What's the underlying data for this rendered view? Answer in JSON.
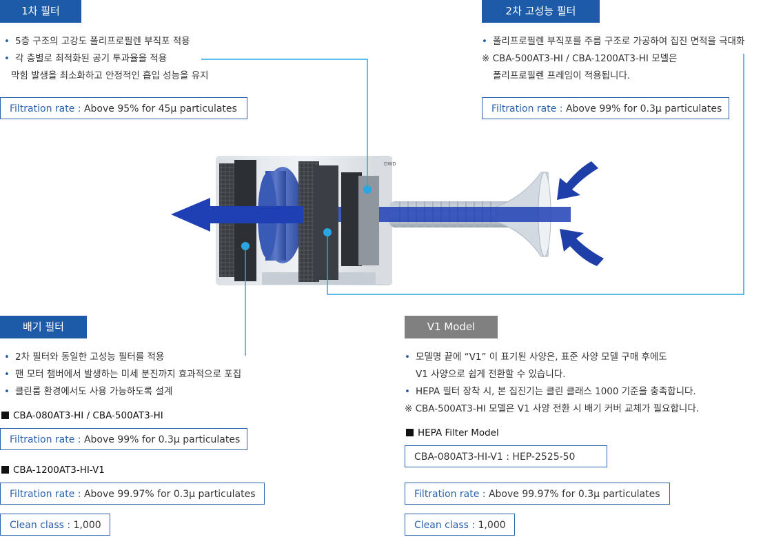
{
  "filter1": {
    "tag": "1차 필터",
    "bullets": [
      "5층 구조의 고강도 폴리프로필렌 부직포 적용",
      "각 층별로 최적화된 공기 투과율을 적용"
    ],
    "continuation": "막힘 발생을 최소화하고 안정적인 흡입 성능을 유지",
    "rate": {
      "label": "Filtration rate",
      "value": "Above 95% for 45μ particulates"
    }
  },
  "filter2": {
    "tag": "2차 고성능 필터",
    "bullets": [
      "폴리프로필렌 부직포를 주름 구조로 가공하여 집진 면적을 극대화"
    ],
    "note": "※ CBA-500AT3-HI / CBA-1200AT3-HI 모델은",
    "note_cont": "폴리프로필렌 프레임이 적용됩니다.",
    "rate": {
      "label": "Filtration rate",
      "value": "Above 99% for 0.3μ particulates"
    }
  },
  "exhaust": {
    "tag": "배기 필터",
    "bullets": [
      "2차 필터와 동일한 고성능 필터를 적용",
      "팬 모터 챔버에서 발생하는 미세 분진까지 효과적으로 포집",
      "클린룸 환경에서도 사용 가능하도록 설계"
    ],
    "model_a": "CBA-080AT3-HI / CBA-500AT3-HI",
    "rate_a": {
      "label": "Filtration rate",
      "value": "Above 99% for 0.3μ particulates"
    },
    "model_b": "CBA-1200AT3-HI-V1",
    "rate_b": {
      "label": "Filtration rate",
      "value": "Above 99.97% for 0.3μ particulates"
    },
    "clean": {
      "label": "Clean class",
      "value": "1,000"
    }
  },
  "v1": {
    "tag": "V1 Model",
    "bullet1": "모델명 끝에 “V1” 이 표기된 사양은, 표준 사양 모델 구매 후에도",
    "bullet1_cont": "V1 사양으로 쉽게 전환할 수 있습니다.",
    "bullet2": "HEPA 필터 장착 시, 본 집진기는 클린 클래스 1000 기준을 충족합니다.",
    "note": "※ CBA-500AT3-HI 모델은 V1 사양 전환 시 배기 커버 교체가 필요합니다.",
    "hepa_head": "HEPA Filter Model",
    "hepa_model": "CBA-080AT3-HI-V1 : HEP-2525-50",
    "rate": {
      "label": "Filtration rate",
      "value": "Above 99.97% for 0.3μ particulates"
    },
    "clean": {
      "label": "Clean class",
      "value": "1,000"
    }
  },
  "diagram": {
    "brand_mark": "DWD"
  },
  "colors": {
    "accent": "#1d5aa8",
    "line": "#2aa6e0",
    "gray_tag": "#808080"
  },
  "icons": {
    "bullet": "•",
    "square": "■"
  }
}
